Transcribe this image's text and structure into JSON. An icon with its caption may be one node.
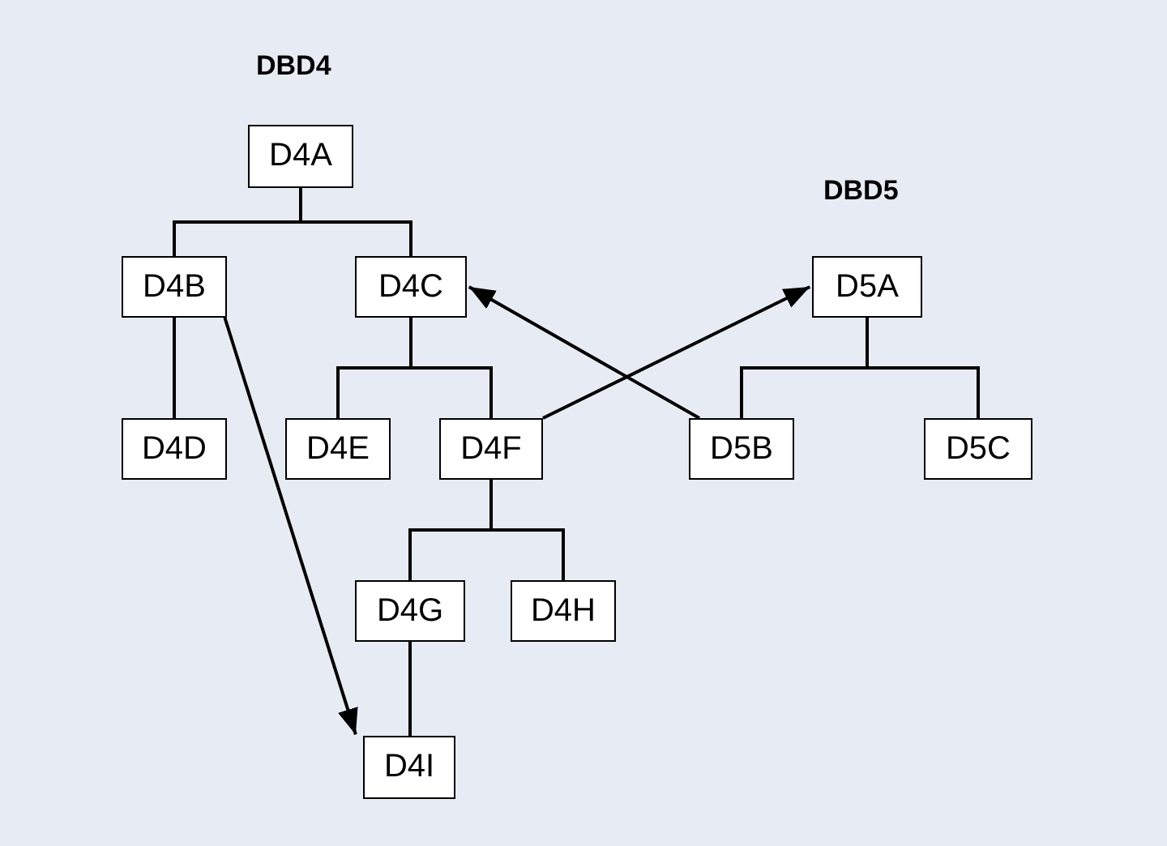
{
  "diagram": {
    "nodes": [
      {
        "text": [
          "D4A"
        ]
      },
      {
        "text": [
          "D4B"
        ]
      },
      {
        "text": [
          "D4C"
        ]
      },
      {
        "text": [
          "D4D"
        ]
      },
      {
        "text": [
          "D4E"
        ]
      },
      {
        "text": [
          "D4F"
        ]
      },
      {
        "text": [
          "D4G"
        ]
      },
      {
        "text": [
          "D4H"
        ]
      },
      {
        "text": [
          "D4I"
        ]
      },
      {
        "text": [
          "D5A"
        ]
      },
      {
        "text": [
          "D5B"
        ]
      },
      {
        "text": [
          "D5C"
        ]
      }
    ],
    "edges": [
      {
        "from": 0,
        "to": 1,
        "arrow": "none"
      },
      {
        "from": 0,
        "to": 2,
        "arrow": "none"
      },
      {
        "from": 1,
        "to": 3,
        "arrow": "none"
      },
      {
        "from": 2,
        "to": 4,
        "arrow": "none"
      },
      {
        "from": 2,
        "to": 5,
        "arrow": "none"
      },
      {
        "from": 5,
        "to": 6,
        "arrow": "none"
      },
      {
        "from": 5,
        "to": 7,
        "arrow": "none"
      },
      {
        "from": 6,
        "to": 8,
        "arrow": "none"
      },
      {
        "from": 9,
        "to": 10,
        "arrow": "none"
      },
      {
        "from": 9,
        "to": 11,
        "arrow": "none"
      },
      {
        "from": 1,
        "to": 8,
        "arrow": "to"
      },
      {
        "from": 10,
        "to": 2,
        "arrow": "to"
      },
      {
        "from": 5,
        "to": 9,
        "arrow": "to"
      }
    ],
    "labels": [
      "DBD4",
      "DBD5"
    ]
  }
}
